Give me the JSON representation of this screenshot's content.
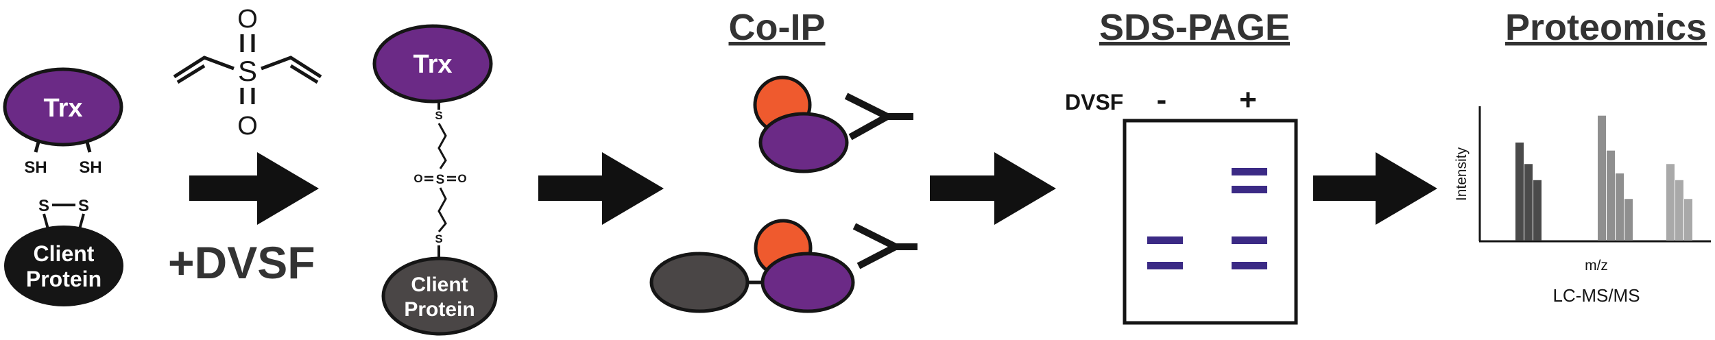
{
  "colors": {
    "trx_purple": "#6b2a86",
    "orange": "#ef5a2e",
    "dark_grey": "#4a4646",
    "black": "#151515",
    "band": "#3b2a85",
    "arrow": "#111111",
    "header": "#333333"
  },
  "step1": {
    "trx_label": "Trx",
    "thiol_left": "SH",
    "thiol_right": "SH",
    "disulfide_left": "S",
    "disulfide_right": "S",
    "client_line1": "Client",
    "client_line2": "Protein"
  },
  "reagent": {
    "oxygen_top": "O",
    "sulfur": "S",
    "oxygen_bottom": "O",
    "label": "+DVSF"
  },
  "step2": {
    "trx_label": "Trx",
    "s_top": "S",
    "o_left": "O",
    "s_center": "S",
    "o_right": "O",
    "s_bottom": "S",
    "client_line1": "Client",
    "client_line2": "Protein"
  },
  "coip": {
    "title": "Co-IP"
  },
  "sds": {
    "title": "SDS-PAGE",
    "dvsf_label": "DVSF",
    "minus": "-",
    "plus": "+"
  },
  "proteomics": {
    "title": "Proteomics",
    "ylabel": "Intensity",
    "xlabel": "m/z",
    "method": "LC-MS/MS"
  },
  "chart_data": {
    "type": "bar",
    "xlabel": "m/z",
    "ylabel": "Intensity",
    "ylim": [
      0,
      100
    ],
    "groups": [
      {
        "shade": "#4a4a4a",
        "values": [
          73,
          57,
          45
        ]
      },
      {
        "shade": "#8f8f8f",
        "values": [
          93,
          67,
          50,
          31
        ]
      },
      {
        "shade": "#a9a9a9",
        "values": [
          57,
          45,
          31
        ]
      }
    ]
  }
}
